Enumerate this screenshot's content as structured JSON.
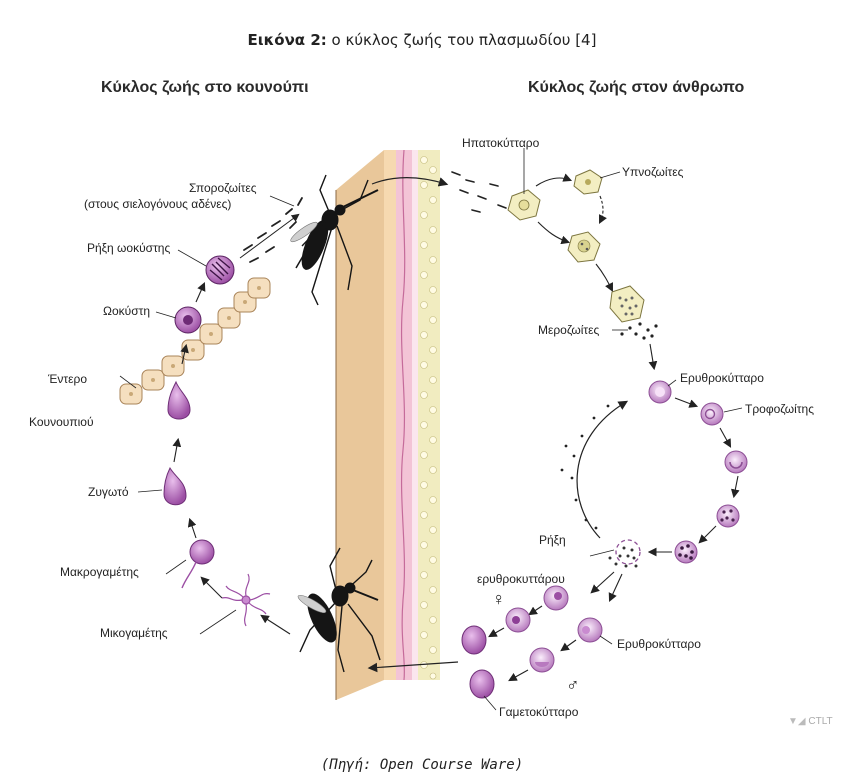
{
  "figure": {
    "title_prefix": "Εικόνα 2:",
    "title_rest": " ο κύκλος ζωής του πλασμωδίου [4]",
    "source": "(Πηγή: Open Course Ware)",
    "watermark": "CTLT"
  },
  "sections": {
    "mosquito": "Κύκλος ζωής στο κουνούπι",
    "human": "Κύκλος ζωής στον άνθρωπο"
  },
  "labels": {
    "sporozoites": "Σποροζωίτες",
    "salivary": "(στους σιελογόνους αδένες)",
    "oocyst_rupture": "Ρήξη ωοκύστης",
    "oocyst": "Ωοκύστη",
    "gut_1": "Έντερο",
    "gut_2": "Κουνουπιού",
    "zygote": "Ζυγωτό",
    "macrogametes": "Μακρογαμέτης",
    "microgametes": "Μικογαμέτης",
    "hepatocyte": "Ηπατοκύτταρο",
    "hypnozoites": "Υπνοζωίτες",
    "merozoites": "Μεροζωίτες",
    "erythrocyte": "Ερυθροκύτταρο",
    "trophozoite": "Τροφοζωίτης",
    "rupture_1": "Ρήξη",
    "rupture_2": "ερυθροκυττάρου",
    "erythrocyte_2": "Ερυθροκύτταρο",
    "gametocyte": "Γαμετοκύτταρο",
    "female_symbol": "♀",
    "male_symbol": "♂"
  },
  "colors": {
    "purple": "#9c4fa4",
    "light_purple": "#e8c8ea",
    "skin": "#f1d2a6",
    "liver": "#f3f0c6"
  }
}
